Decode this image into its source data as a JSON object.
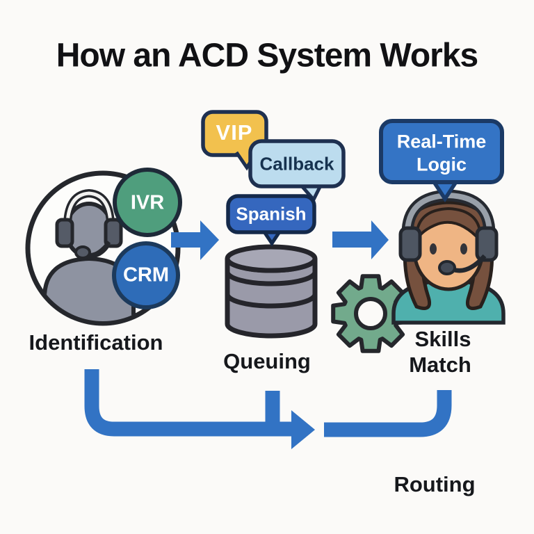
{
  "title": "How an ACD System Works",
  "stages": {
    "identification": {
      "label": "Identification",
      "badges": [
        {
          "id": "ivr",
          "label": "IVR"
        },
        {
          "id": "crm",
          "label": "CRM"
        }
      ]
    },
    "queuing": {
      "label": "Queuing",
      "tags": [
        {
          "id": "vip",
          "label": "VIP"
        },
        {
          "id": "callback",
          "label": "Callback"
        },
        {
          "id": "spanish",
          "label": "Spanish"
        }
      ]
    },
    "skills_match": {
      "label_line1": "Skills",
      "label_line2": "Match",
      "logic_tag_line1": "Real-Time",
      "logic_tag_line2": "Logic"
    },
    "routing": {
      "label": "Routing"
    }
  },
  "icons": [
    "caller-headset-icon",
    "ivr-badge",
    "crm-badge",
    "flow-arrow-icon",
    "speech-bubble-icon",
    "queue-database-icon",
    "gear-icon",
    "agent-headset-icon",
    "routing-arrow-icon"
  ],
  "colors": {
    "background": "#fbfaf8",
    "arrow_blue": "#3273c4",
    "vip_yellow": "#f2c14e",
    "callback_light_blue": "#bcdcee",
    "spanish_blue": "#3567be",
    "logic_blue": "#3474c5",
    "ivr_green": "#4f9e7d",
    "crm_blue": "#2e6cb8",
    "gear_green": "#72aa8c",
    "db_gray": "#9a9aa9",
    "person_gray": "#8e93a1",
    "shirt_teal": "#4fb0ad",
    "skin_tan": "#efb584",
    "hair_brown": "#76513e",
    "outline_dark": "#25272c",
    "bubble_outline_navy": "#1e3050",
    "text_dark": "#16181c"
  }
}
